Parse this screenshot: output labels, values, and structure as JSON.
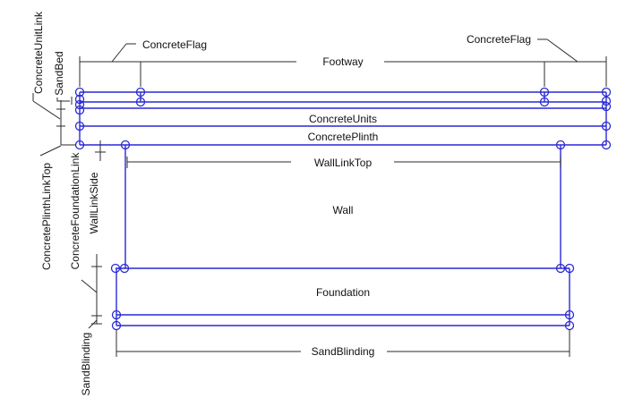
{
  "figure": {
    "type": "construction-cross-section-diagram",
    "description": "Footway, wall and foundation build-up with link nodes"
  },
  "colors": {
    "structure_blue": "#2929d4",
    "annotation_black": "#2b2b2b",
    "text_black": "#111111",
    "background": "#ffffff"
  },
  "labels": {
    "concrete_unit_link": "ConcreteUnitLink",
    "sand_bed": "SandBed",
    "concrete_flag_left": "ConcreteFlag",
    "concrete_flag_right": "ConcreteFlag",
    "footway": "Footway",
    "concrete_units": "ConcreteUnits",
    "concrete_plinth": "ConcretePlinth",
    "wall_link_top": "WallLinkTop",
    "wall": "Wall",
    "concrete_plinth_link_top": "ConcretePlinthLinkTop",
    "concrete_foundation_link": "ConcreteFoundationLink",
    "wall_link_side": "WallLinkSide",
    "foundation": "Foundation",
    "sand_blinding_left": "SandBlinding",
    "sand_blinding_bottom": "SandBlinding"
  }
}
